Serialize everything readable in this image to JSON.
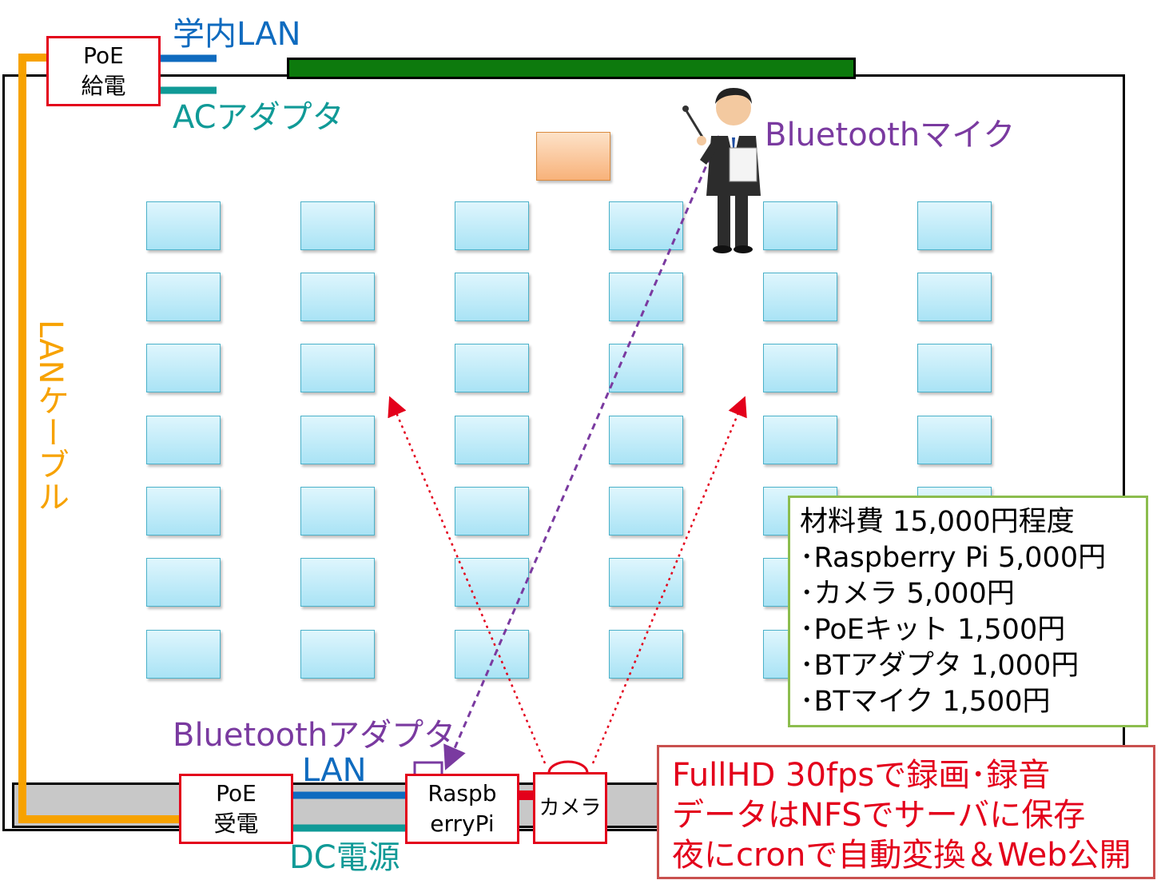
{
  "labels": {
    "campus_lan": "学内LAN",
    "ac_adapter": "ACアダプタ",
    "bt_mic": "Bluetoothマイク",
    "lan_cable": "LANケーブル",
    "bt_adapter": "Bluetoothアダプタ",
    "lan": "LAN",
    "dc_power": "DC電源"
  },
  "boxes": {
    "poe_supply": [
      "PoE",
      "給電"
    ],
    "poe_receive": [
      "PoE",
      "受電"
    ],
    "raspberry_pi": [
      "Raspb",
      "erryPi"
    ],
    "camera": "カメラ"
  },
  "cost": {
    "heading": "材料費 15,000円程度",
    "items": [
      "･Raspberry Pi 5,000円",
      "･カメラ 5,000円",
      "･PoEキット 1,500円",
      "･BTアダプタ 1,000円",
      "･BTマイク 1,500円"
    ]
  },
  "notes": [
    "FullHD 30fpsで録画･録音",
    "データはNFSでサーバに保存",
    "夜にcronで自動変換＆Web公開"
  ],
  "colors": {
    "lan_blue": "#0f6bbf",
    "power_teal": "#109a97",
    "bluetooth_purple": "#7a3aa0",
    "lan_cable_orange": "#f7a200",
    "device_red": "#e3001b",
    "board_green": "#0d7a0d"
  }
}
